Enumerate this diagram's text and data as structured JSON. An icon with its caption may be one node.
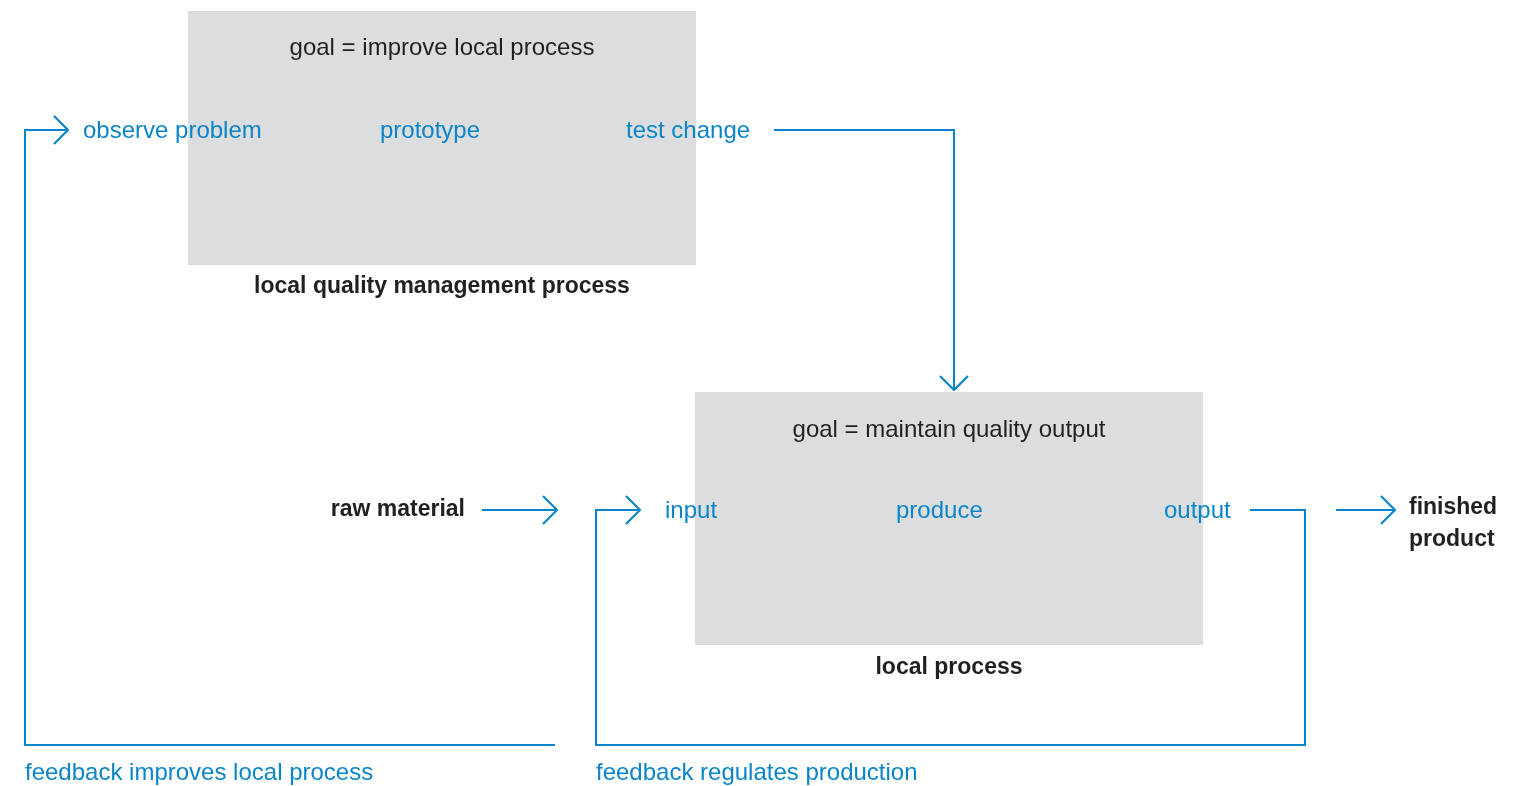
{
  "diagram": {
    "nodes": [
      {
        "text": [
          "goal = improve local process"
        ],
        "beside": [
          "local quality management process"
        ]
      },
      {
        "text": [
          "observe problem"
        ]
      },
      {
        "text": [
          "test change"
        ]
      },
      {
        "text": [
          "raw material"
        ]
      },
      {
        "text": [
          "goal = maintain quality output"
        ],
        "beside": [
          "local process"
        ]
      },
      {
        "text": [
          "input"
        ]
      },
      {
        "text": [
          "output"
        ]
      },
      {
        "text": [
          "finished product"
        ]
      }
    ],
    "edges": [
      {
        "from": 2,
        "to": 4,
        "arrow": "to"
      },
      {
        "from": 3,
        "to": null,
        "arrow": "to"
      },
      {
        "from": 6,
        "to": 5,
        "arrow": "to",
        "label": "feedback regulates production"
      },
      {
        "from": null,
        "to": 1,
        "arrow": "to",
        "label": "feedback improves local process"
      },
      {
        "from": null,
        "to": 7,
        "arrow": "to"
      }
    ],
    "labels": [
      "prototype",
      "produce"
    ]
  }
}
